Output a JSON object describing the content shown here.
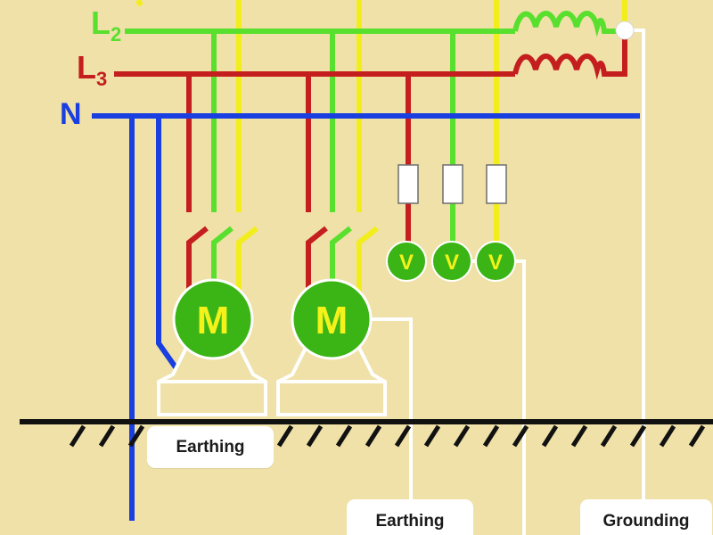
{
  "buses": [
    {
      "id": "l2",
      "letter": "L",
      "sub": "2",
      "color": "#59df2e"
    },
    {
      "id": "l3",
      "letter": "L",
      "sub": "3",
      "color": "#c41e1e"
    },
    {
      "id": "n",
      "letter": "N",
      "sub": "",
      "color": "#1a3fe0"
    }
  ],
  "colors": {
    "background": "#efe1a8",
    "yellow": "#f2ee1c",
    "white": "#ffffff",
    "ground": "#111111",
    "motor_fill": "#3ab515",
    "motor_text": "#f4f21a"
  },
  "motors": [
    {
      "label": "M"
    },
    {
      "label": "M"
    }
  ],
  "voltmeters": [
    {
      "label": "V"
    },
    {
      "label": "V"
    },
    {
      "label": "V"
    }
  ],
  "callouts": {
    "earthing_1": "Earthing",
    "earthing_2": "Earthing",
    "grounding": "Grounding"
  }
}
